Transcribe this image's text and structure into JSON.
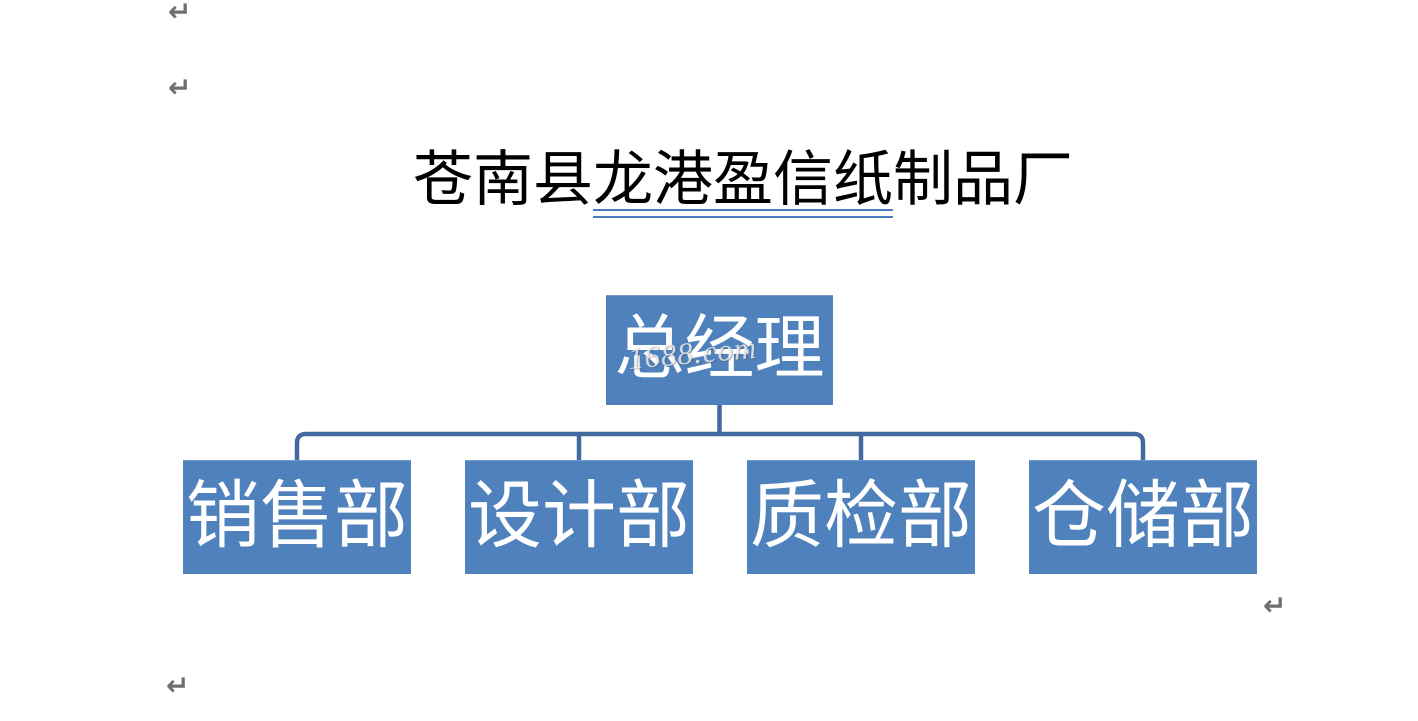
{
  "page": {
    "kind": "word-document-org-chart",
    "background": "#ffffff"
  },
  "title": {
    "prefix": "苍南县",
    "underlined_segment": "龙港盈信纸",
    "suffix": "制品厂",
    "full_text": "苍南县龙港盈信纸制品厂"
  },
  "org_chart": {
    "type": "org-hierarchy",
    "root": {
      "label": "总经理"
    },
    "departments": [
      {
        "label": "销售部"
      },
      {
        "label": "设计部"
      },
      {
        "label": "质检部"
      },
      {
        "label": "仓储部"
      }
    ]
  },
  "watermark": {
    "text": "1688.com"
  },
  "formatting": {
    "paragraph_mark": "↵"
  },
  "colors": {
    "box_fill": "#4f81bd",
    "box_text": "#ffffff",
    "connector": "#44699e",
    "title_text": "#000000",
    "underline": "#4a7bbd",
    "paragraph_mark": "#6f6f6f",
    "watermark_text": "#e9e9e9"
  }
}
